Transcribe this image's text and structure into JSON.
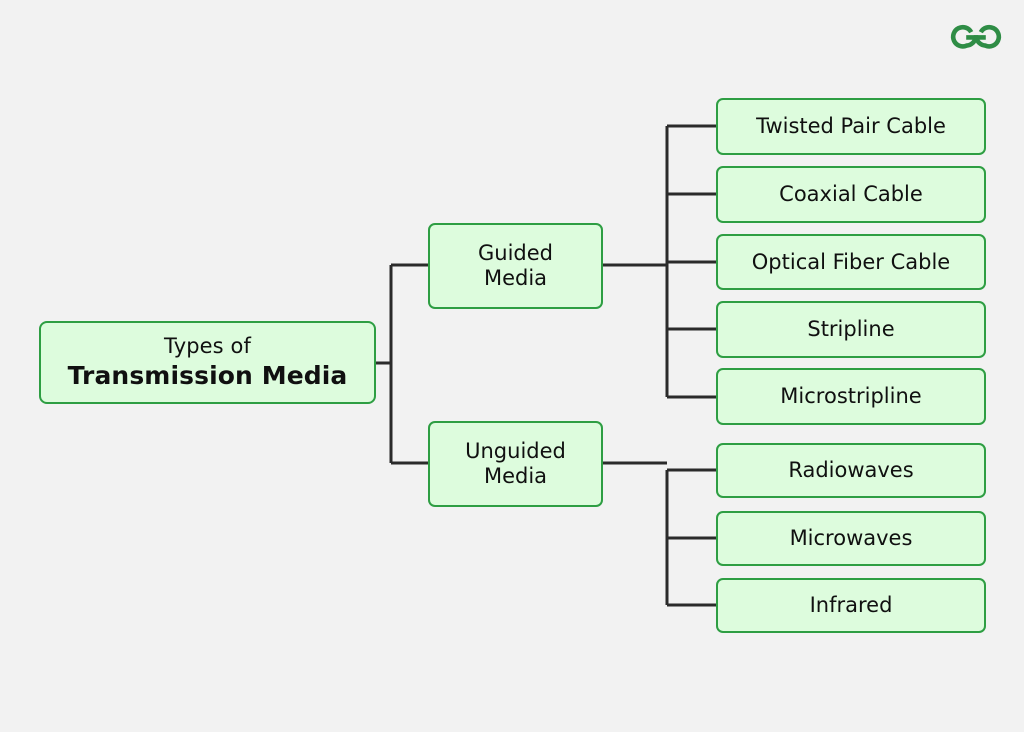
{
  "page": {
    "background_color": "#f2f2f2",
    "node_fill_color": "#ddfcdd",
    "node_border_color": "#2e9e43",
    "connector_color": "#2b2b2b",
    "logo_color": "#2f8d46"
  },
  "logo": {
    "name": "geeksforgeeks-logo",
    "alt_text": "GeeksforGeeks"
  },
  "diagram": {
    "type": "tree",
    "root": {
      "title_line1": "Types of",
      "title_line2": "Transmission Media"
    },
    "branches": [
      {
        "id": "guided",
        "label_line1": "Guided",
        "label_line2": "Media",
        "children": [
          {
            "label": "Twisted Pair Cable"
          },
          {
            "label": "Coaxial Cable"
          },
          {
            "label": "Optical Fiber Cable"
          },
          {
            "label": "Stripline"
          },
          {
            "label": "Microstripline"
          }
        ]
      },
      {
        "id": "unguided",
        "label_line1": "Unguided",
        "label_line2": "Media",
        "children": [
          {
            "label": "Radiowaves"
          },
          {
            "label": "Microwaves"
          },
          {
            "label": "Infrared"
          }
        ]
      }
    ]
  }
}
